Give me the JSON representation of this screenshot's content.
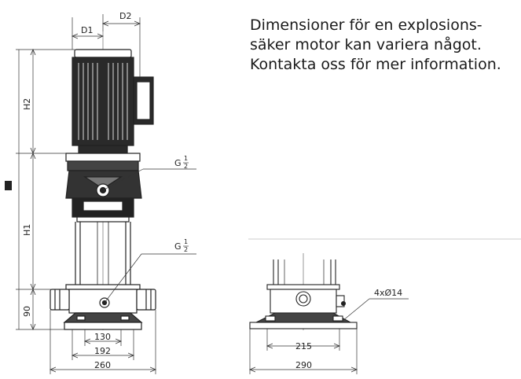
{
  "note": {
    "line1": "Dimensioner för en explosions-",
    "line2": "säker motor kan variera något.",
    "line3": "Kontakta oss för mer information."
  },
  "labels": {
    "d1": "D1",
    "d2": "D2",
    "h1": "H1",
    "h2": "H2",
    "h90": "90",
    "g_upper_main": "G",
    "g_upper_frac_num": "1",
    "g_upper_frac_den": "2",
    "g_lower_main": "G",
    "g_lower_frac_num": "1",
    "g_lower_frac_den": "2",
    "w130": "130",
    "w192": "192",
    "w260": "260",
    "w215": "215",
    "w290": "290",
    "holes": "4xØ14"
  }
}
